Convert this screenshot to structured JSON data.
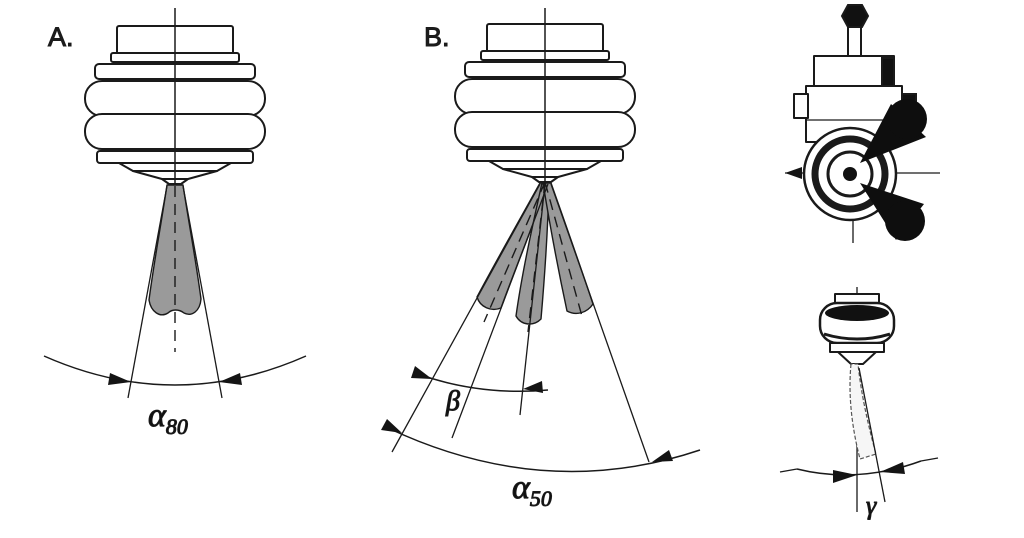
{
  "figure": {
    "ink": "#1a1a1a",
    "spray_fill": "#9a9a9a",
    "plume_fill": "#0e0e0e",
    "panel_a": {
      "label": "A.",
      "angle": {
        "symbol": "α",
        "subscript": "80"
      }
    },
    "panel_b": {
      "label": "B.",
      "angle": {
        "symbol": "α",
        "subscript": "50"
      },
      "beta": "β"
    },
    "side_view": {
      "gamma": "γ"
    }
  }
}
